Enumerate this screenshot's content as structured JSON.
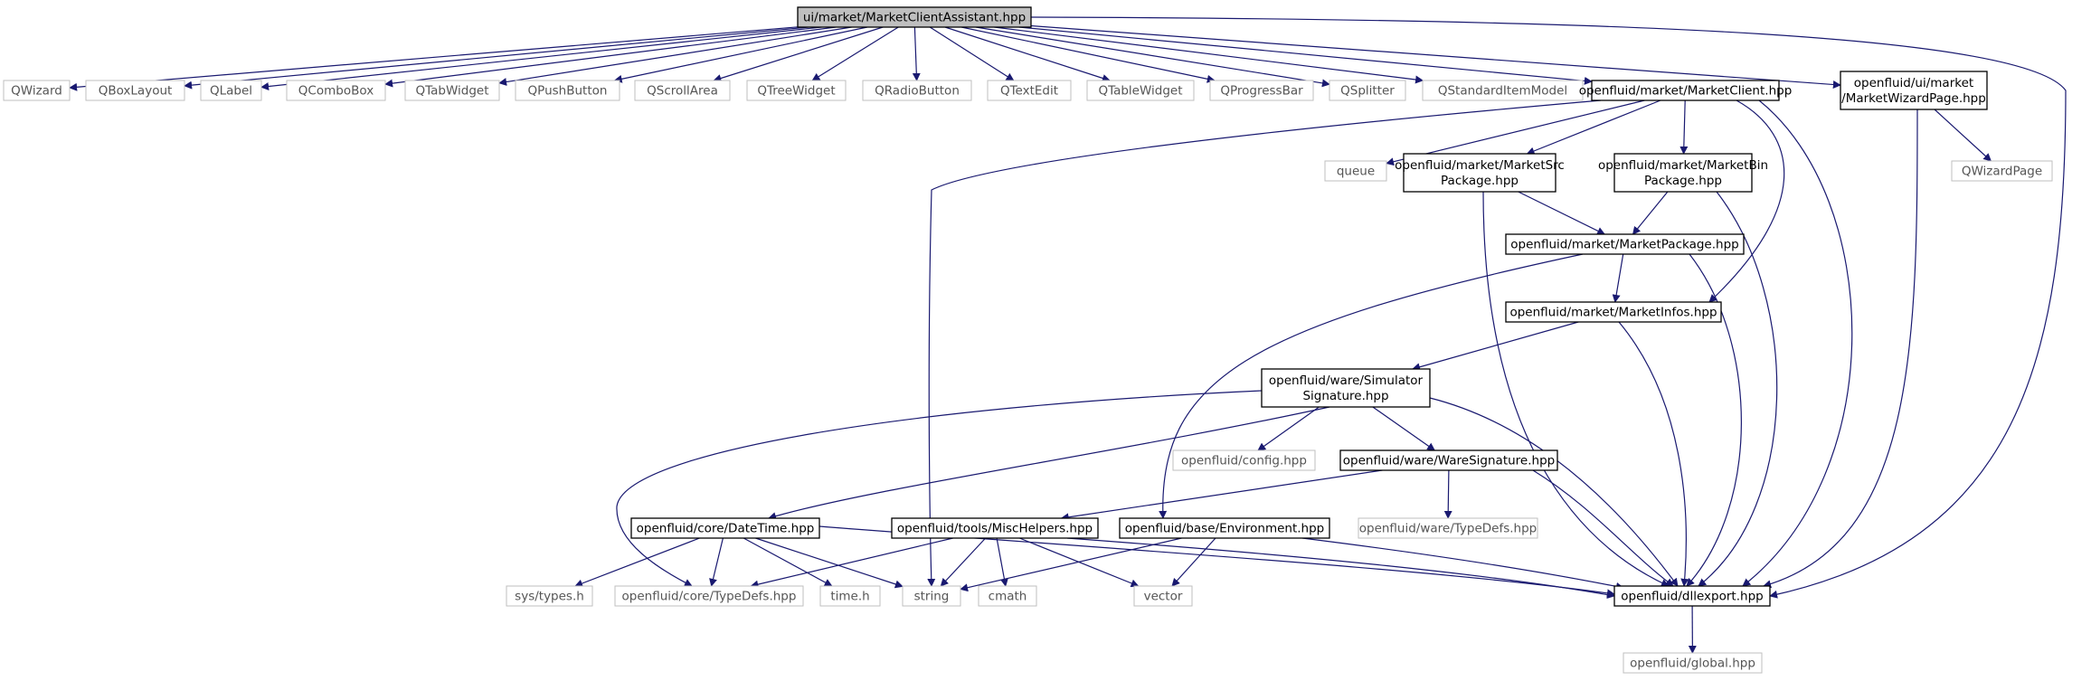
{
  "diagram": {
    "root": "ui/market/MarketClientAssistant.hpp",
    "colors": {
      "edge": "#191970",
      "root_fill": "#bfbfbf",
      "node_border": "#000000",
      "external_border": "#bfbfbf",
      "external_text": "#555555",
      "background": "#ffffff"
    },
    "nodes": [
      {
        "id": "root",
        "kind": "root",
        "lines": [
          "ui/market/MarketClientAssistant.hpp"
        ]
      },
      {
        "id": "qwizard",
        "kind": "external",
        "lines": [
          "QWizard"
        ]
      },
      {
        "id": "qboxlayout",
        "kind": "external",
        "lines": [
          "QBoxLayout"
        ]
      },
      {
        "id": "qlabel",
        "kind": "external",
        "lines": [
          "QLabel"
        ]
      },
      {
        "id": "qcombobox",
        "kind": "external",
        "lines": [
          "QComboBox"
        ]
      },
      {
        "id": "qtabwidget",
        "kind": "external",
        "lines": [
          "QTabWidget"
        ]
      },
      {
        "id": "qpushbutton",
        "kind": "external",
        "lines": [
          "QPushButton"
        ]
      },
      {
        "id": "qscrollarea",
        "kind": "external",
        "lines": [
          "QScrollArea"
        ]
      },
      {
        "id": "qtreewidget",
        "kind": "external",
        "lines": [
          "QTreeWidget"
        ]
      },
      {
        "id": "qradiobutton",
        "kind": "external",
        "lines": [
          "QRadioButton"
        ]
      },
      {
        "id": "qtextedit",
        "kind": "external",
        "lines": [
          "QTextEdit"
        ]
      },
      {
        "id": "qtablewidget",
        "kind": "external",
        "lines": [
          "QTableWidget"
        ]
      },
      {
        "id": "qprogressbar",
        "kind": "external",
        "lines": [
          "QProgressBar"
        ]
      },
      {
        "id": "qsplitter",
        "kind": "external",
        "lines": [
          "QSplitter"
        ]
      },
      {
        "id": "qstandarditemmodel",
        "kind": "external",
        "lines": [
          "QStandardItemModel"
        ]
      },
      {
        "id": "marketclient",
        "kind": "file",
        "lines": [
          "openfluid/market/MarketClient.hpp"
        ]
      },
      {
        "id": "marketwizardpage",
        "kind": "file",
        "lines": [
          "openfluid/ui/market",
          "/MarketWizardPage.hpp"
        ]
      },
      {
        "id": "queue",
        "kind": "external",
        "lines": [
          "queue"
        ]
      },
      {
        "id": "marketsrcpackage",
        "kind": "file",
        "lines": [
          "openfluid/market/MarketSrc",
          "Package.hpp"
        ]
      },
      {
        "id": "marketbinpackage",
        "kind": "file",
        "lines": [
          "openfluid/market/MarketBin",
          "Package.hpp"
        ]
      },
      {
        "id": "qwizardpage",
        "kind": "external",
        "lines": [
          "QWizardPage"
        ]
      },
      {
        "id": "marketpackage",
        "kind": "file",
        "lines": [
          "openfluid/market/MarketPackage.hpp"
        ]
      },
      {
        "id": "marketinfos",
        "kind": "file",
        "lines": [
          "openfluid/market/MarketInfos.hpp"
        ]
      },
      {
        "id": "simulatorsignature",
        "kind": "file",
        "lines": [
          "openfluid/ware/Simulator",
          "Signature.hpp"
        ]
      },
      {
        "id": "config",
        "kind": "external",
        "lines": [
          "openfluid/config.hpp"
        ]
      },
      {
        "id": "waresignature",
        "kind": "file",
        "lines": [
          "openfluid/ware/WareSignature.hpp"
        ]
      },
      {
        "id": "datetime",
        "kind": "file",
        "lines": [
          "openfluid/core/DateTime.hpp"
        ]
      },
      {
        "id": "mischelpers",
        "kind": "file",
        "lines": [
          "openfluid/tools/MiscHelpers.hpp"
        ]
      },
      {
        "id": "environment",
        "kind": "file",
        "lines": [
          "openfluid/base/Environment.hpp"
        ]
      },
      {
        "id": "waretypedefs",
        "kind": "external",
        "lines": [
          "openfluid/ware/TypeDefs.hpp"
        ]
      },
      {
        "id": "systypes",
        "kind": "external",
        "lines": [
          "sys/types.h"
        ]
      },
      {
        "id": "coretypedefs",
        "kind": "external",
        "lines": [
          "openfluid/core/TypeDefs.hpp"
        ]
      },
      {
        "id": "timeh",
        "kind": "external",
        "lines": [
          "time.h"
        ]
      },
      {
        "id": "string",
        "kind": "external",
        "lines": [
          "string"
        ]
      },
      {
        "id": "cmath",
        "kind": "external",
        "lines": [
          "cmath"
        ]
      },
      {
        "id": "vector",
        "kind": "external",
        "lines": [
          "vector"
        ]
      },
      {
        "id": "dllexport",
        "kind": "file",
        "lines": [
          "openfluid/dllexport.hpp"
        ]
      },
      {
        "id": "global",
        "kind": "external",
        "lines": [
          "openfluid/global.hpp"
        ]
      }
    ],
    "edges": [
      [
        "root",
        "qwizard"
      ],
      [
        "root",
        "qboxlayout"
      ],
      [
        "root",
        "qlabel"
      ],
      [
        "root",
        "qcombobox"
      ],
      [
        "root",
        "qtabwidget"
      ],
      [
        "root",
        "qpushbutton"
      ],
      [
        "root",
        "qscrollarea"
      ],
      [
        "root",
        "qtreewidget"
      ],
      [
        "root",
        "qradiobutton"
      ],
      [
        "root",
        "qtextedit"
      ],
      [
        "root",
        "qtablewidget"
      ],
      [
        "root",
        "qprogressbar"
      ],
      [
        "root",
        "qsplitter"
      ],
      [
        "root",
        "qstandarditemmodel"
      ],
      [
        "root",
        "marketclient"
      ],
      [
        "root",
        "marketwizardpage"
      ],
      [
        "root",
        "dllexport"
      ],
      [
        "marketclient",
        "string"
      ],
      [
        "marketclient",
        "queue"
      ],
      [
        "marketclient",
        "marketsrcpackage"
      ],
      [
        "marketclient",
        "marketbinpackage"
      ],
      [
        "marketclient",
        "marketinfos"
      ],
      [
        "marketclient",
        "dllexport"
      ],
      [
        "marketwizardpage",
        "qwizardpage"
      ],
      [
        "marketwizardpage",
        "dllexport"
      ],
      [
        "marketsrcpackage",
        "marketpackage"
      ],
      [
        "marketsrcpackage",
        "dllexport"
      ],
      [
        "marketbinpackage",
        "marketpackage"
      ],
      [
        "marketbinpackage",
        "dllexport"
      ],
      [
        "marketpackage",
        "marketinfos"
      ],
      [
        "marketpackage",
        "environment"
      ],
      [
        "marketpackage",
        "dllexport"
      ],
      [
        "marketinfos",
        "simulatorsignature"
      ],
      [
        "marketinfos",
        "dllexport"
      ],
      [
        "simulatorsignature",
        "coretypedefs"
      ],
      [
        "simulatorsignature",
        "datetime"
      ],
      [
        "simulatorsignature",
        "config"
      ],
      [
        "simulatorsignature",
        "waresignature"
      ],
      [
        "simulatorsignature",
        "dllexport"
      ],
      [
        "waresignature",
        "mischelpers"
      ],
      [
        "waresignature",
        "waretypedefs"
      ],
      [
        "waresignature",
        "dllexport"
      ],
      [
        "datetime",
        "systypes"
      ],
      [
        "datetime",
        "coretypedefs"
      ],
      [
        "datetime",
        "timeh"
      ],
      [
        "datetime",
        "string"
      ],
      [
        "datetime",
        "dllexport"
      ],
      [
        "mischelpers",
        "coretypedefs"
      ],
      [
        "mischelpers",
        "string"
      ],
      [
        "mischelpers",
        "cmath"
      ],
      [
        "mischelpers",
        "vector"
      ],
      [
        "mischelpers",
        "dllexport"
      ],
      [
        "environment",
        "string"
      ],
      [
        "environment",
        "vector"
      ],
      [
        "environment",
        "dllexport"
      ],
      [
        "dllexport",
        "global"
      ]
    ]
  }
}
